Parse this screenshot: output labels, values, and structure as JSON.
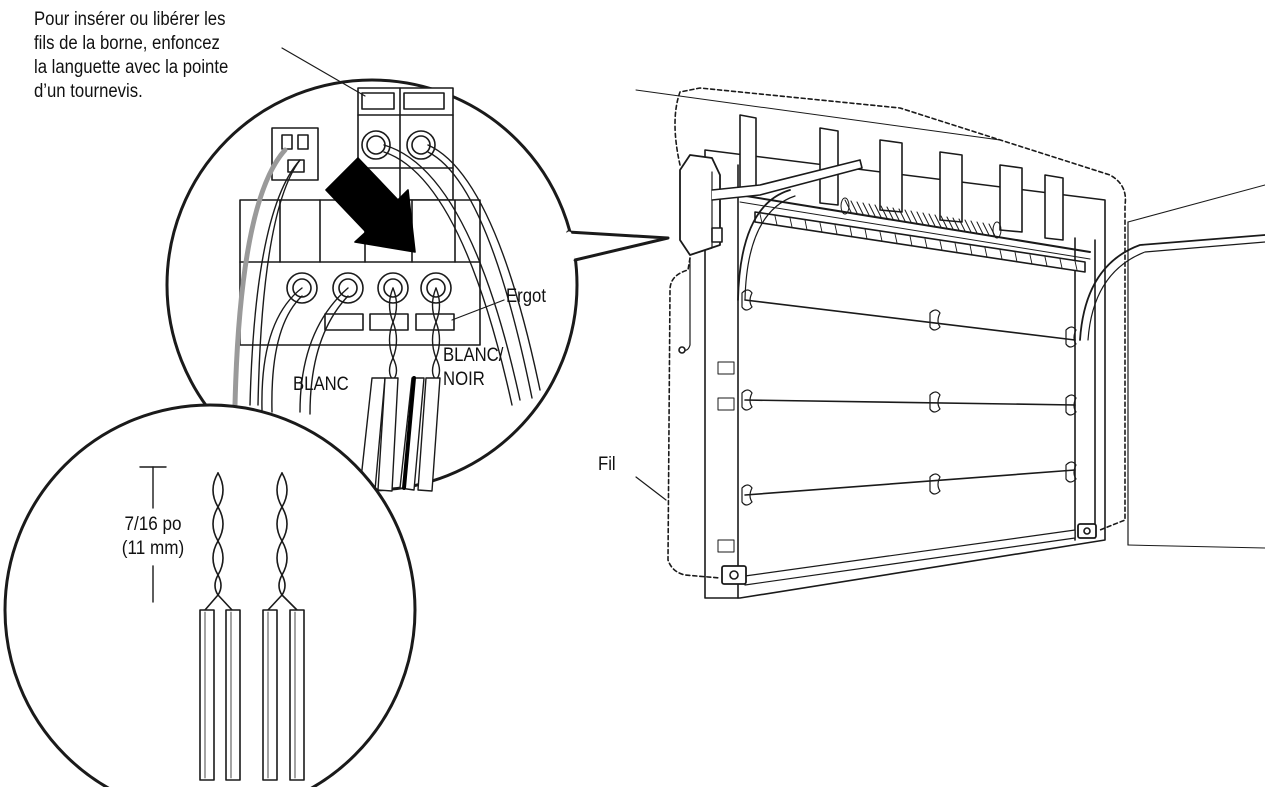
{
  "labels": {
    "instruction": "Pour insérer ou libérer les\nfils de la borne, enfoncez\nla languette avec la pointe\nd’un tournevis.",
    "ergot": "Ergot",
    "blanc": "BLANC",
    "blanc_noir": "BLANC/\nNOIR",
    "fil": "Fil",
    "strip_length": "7/16 po\n(11 mm)"
  },
  "colors": {
    "line": "#1a1a1a",
    "fill": "#ffffff",
    "arrow": "#000000",
    "gray_wire": "#9a9a9a"
  }
}
